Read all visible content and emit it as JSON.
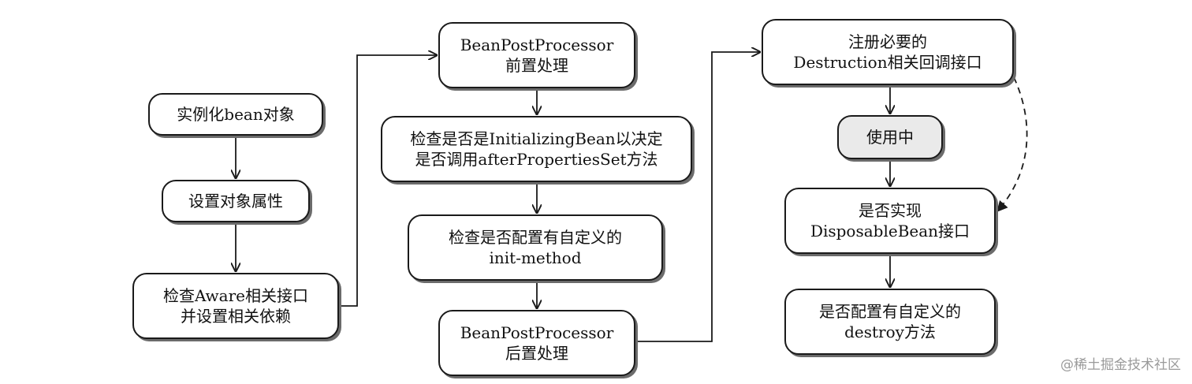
{
  "diagram": {
    "nodes": [
      {
        "id": "instantiate",
        "lines": [
          "实例化bean对象"
        ]
      },
      {
        "id": "set-properties",
        "lines": [
          "设置对象属性"
        ]
      },
      {
        "id": "aware",
        "lines": [
          "检查Aware相关接口",
          "并设置相关依赖"
        ]
      },
      {
        "id": "bpp-before",
        "lines": [
          "BeanPostProcessor",
          "前置处理"
        ]
      },
      {
        "id": "initializing-bean",
        "lines": [
          "检查是否是InitializingBean以决定",
          "是否调用afterPropertiesSet方法"
        ]
      },
      {
        "id": "init-method",
        "lines": [
          "检查是否配置有自定义的",
          "init-method"
        ]
      },
      {
        "id": "bpp-after",
        "lines": [
          "BeanPostProcessor",
          "后置处理"
        ]
      },
      {
        "id": "register-destruction",
        "lines": [
          "注册必要的",
          "Destruction相关回调接口"
        ]
      },
      {
        "id": "in-use",
        "lines": [
          "使用中"
        ]
      },
      {
        "id": "disposable-bean",
        "lines": [
          "是否实现",
          "DisposableBean接口"
        ]
      },
      {
        "id": "destroy-method",
        "lines": [
          "是否配置有自定义的",
          "destroy方法"
        ]
      }
    ],
    "edges": [
      {
        "from": "instantiate",
        "to": "set-properties",
        "style": "solid"
      },
      {
        "from": "set-properties",
        "to": "aware",
        "style": "solid"
      },
      {
        "from": "aware",
        "to": "bpp-before",
        "style": "solid"
      },
      {
        "from": "bpp-before",
        "to": "initializing-bean",
        "style": "solid"
      },
      {
        "from": "initializing-bean",
        "to": "init-method",
        "style": "solid"
      },
      {
        "from": "init-method",
        "to": "bpp-after",
        "style": "solid"
      },
      {
        "from": "bpp-after",
        "to": "register-destruction",
        "style": "solid"
      },
      {
        "from": "register-destruction",
        "to": "in-use",
        "style": "solid"
      },
      {
        "from": "in-use",
        "to": "disposable-bean",
        "style": "solid"
      },
      {
        "from": "disposable-bean",
        "to": "destroy-method",
        "style": "solid"
      },
      {
        "from": "register-destruction",
        "to": "disposable-bean",
        "style": "dashed"
      }
    ]
  },
  "watermark": "@稀土掘金技术社区"
}
